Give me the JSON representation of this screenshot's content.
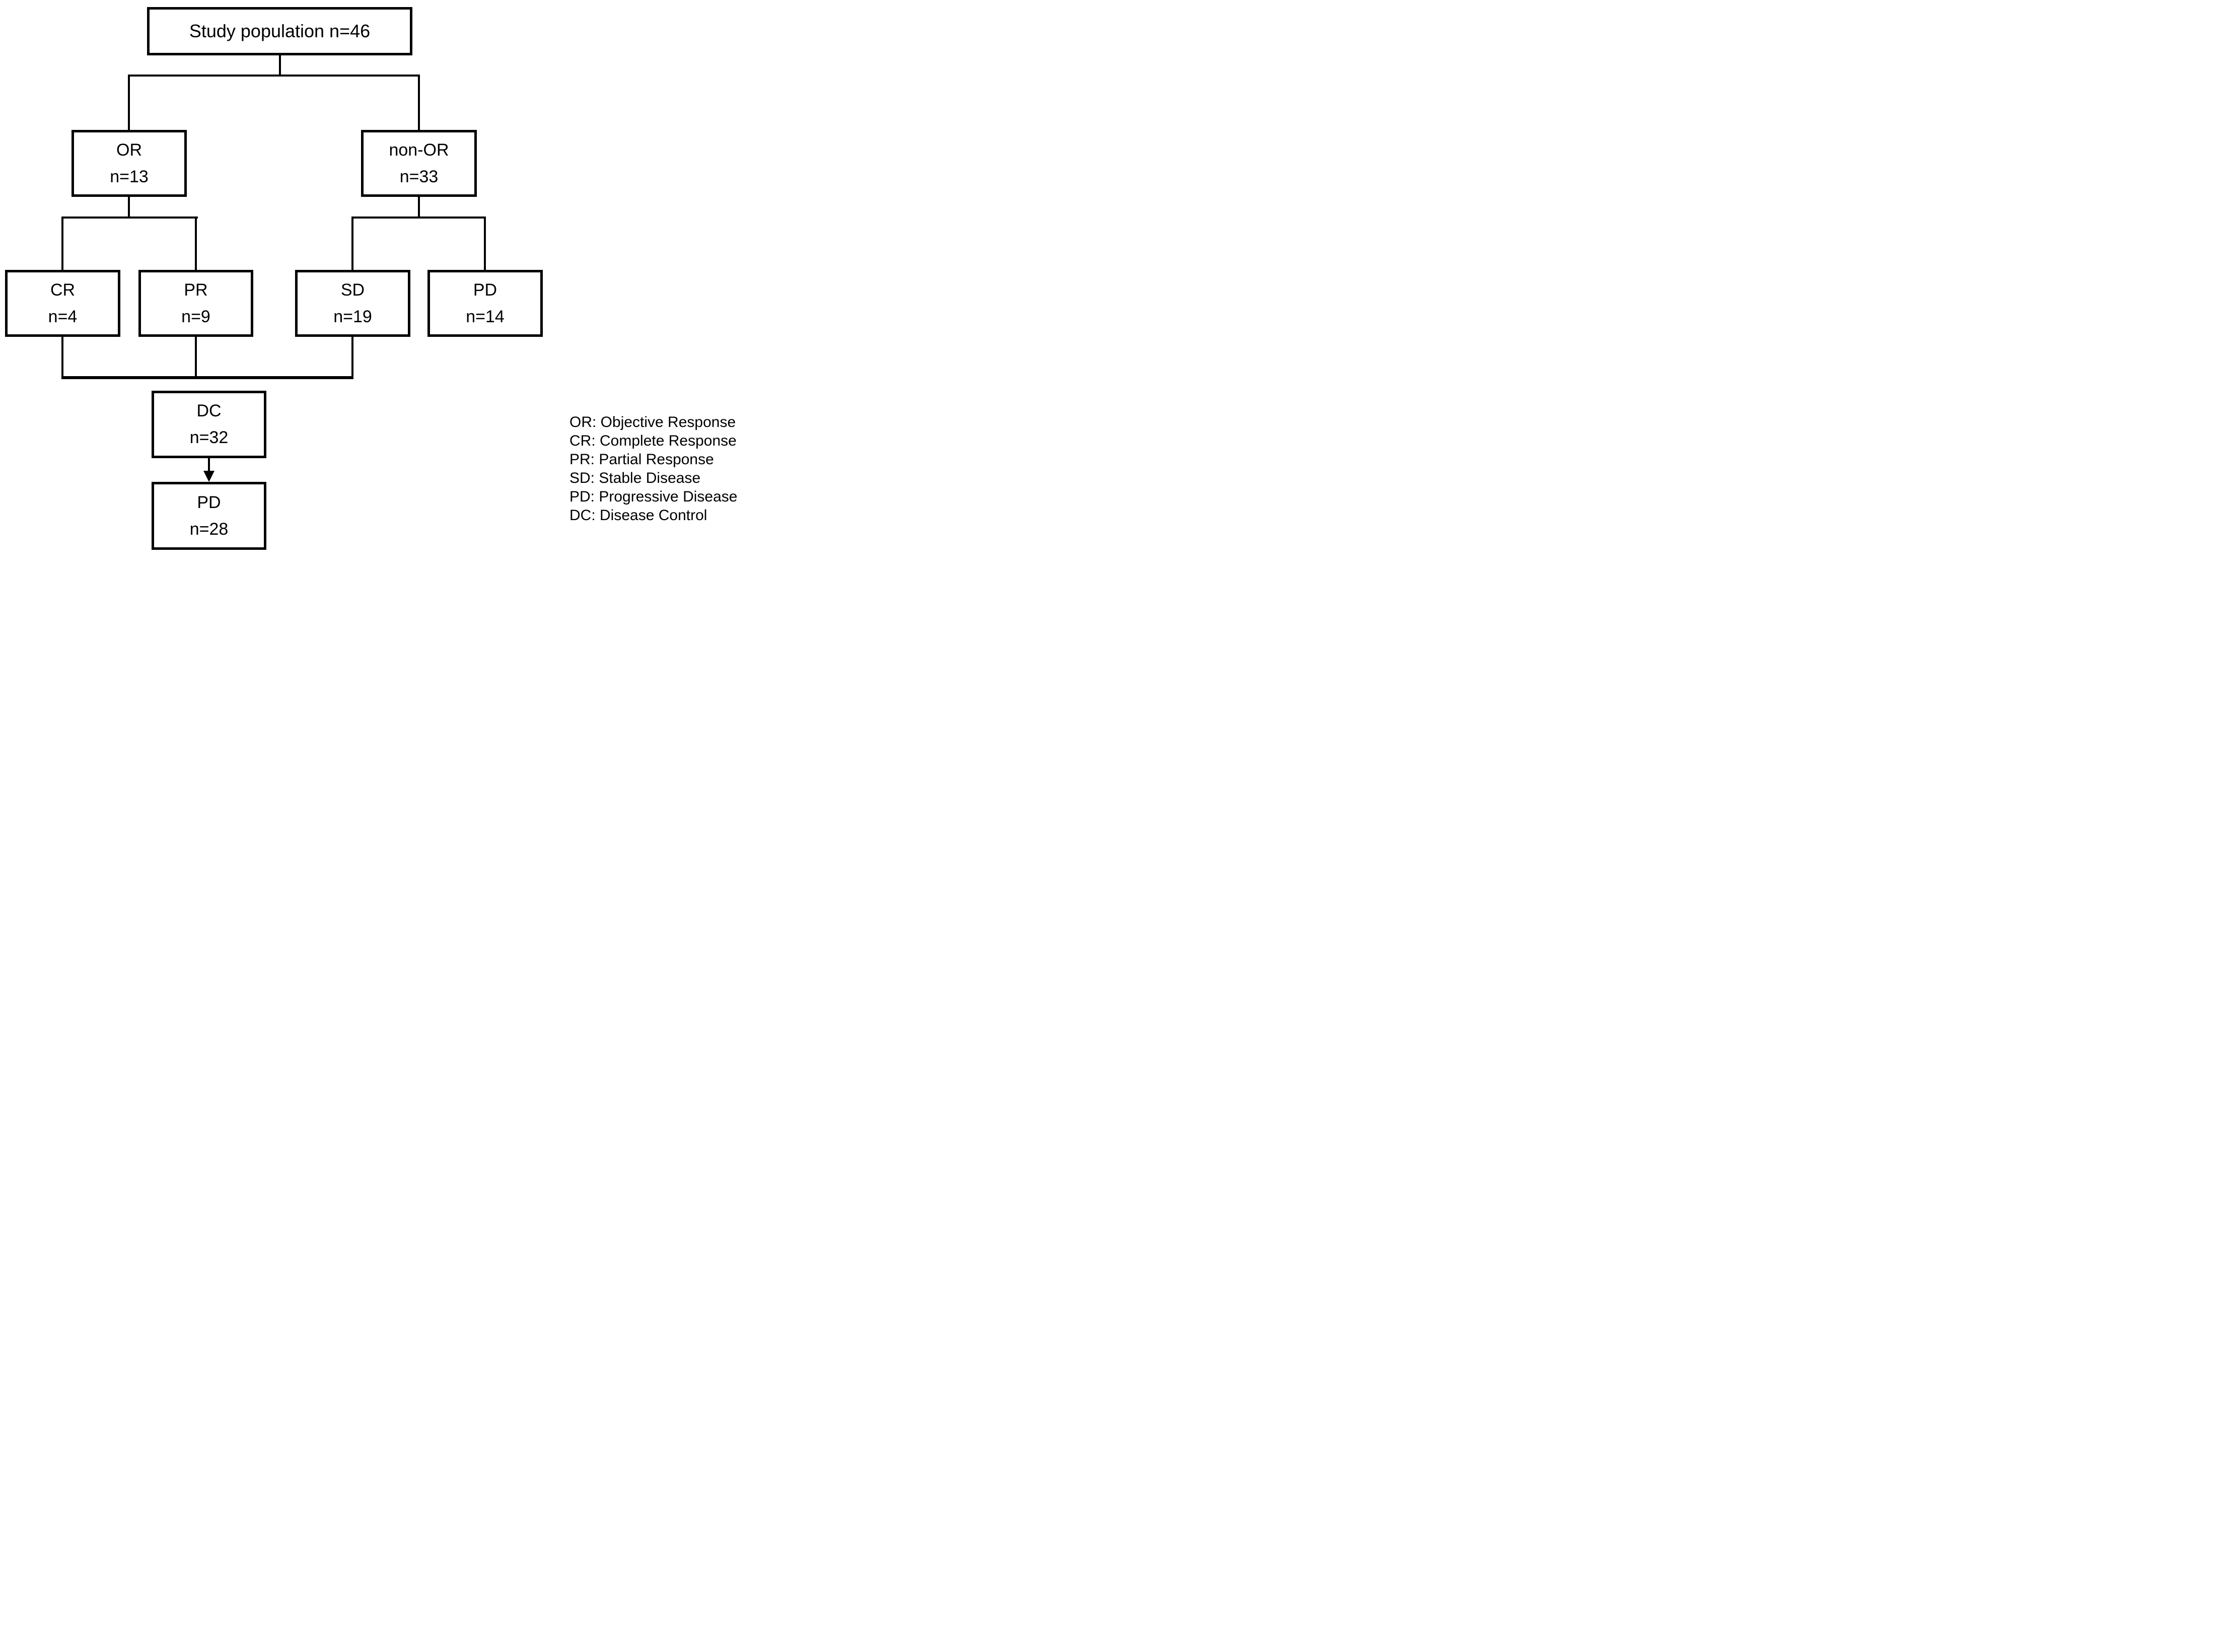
{
  "figure": {
    "background": "#ffffff",
    "line_color": "#000000",
    "text_color": "#000000"
  },
  "nodes": {
    "study": {
      "label": "Study population n=46"
    },
    "or": {
      "label": "OR",
      "count": "n=13"
    },
    "non_or": {
      "label": "non-OR",
      "count": "n=33"
    },
    "cr": {
      "label": "CR",
      "count": "n=4"
    },
    "pr": {
      "label": "PR",
      "count": "n=9"
    },
    "sd": {
      "label": "SD",
      "count": "n=19"
    },
    "pd": {
      "label": "PD",
      "count": "n=14"
    },
    "dc": {
      "label": "DC",
      "count": "n=32"
    },
    "pd_final": {
      "label": "PD",
      "count": "n=28"
    }
  },
  "edges": [
    {
      "from": "study",
      "to": "or"
    },
    {
      "from": "study",
      "to": "non_or"
    },
    {
      "from": "or",
      "to": "cr"
    },
    {
      "from": "or",
      "to": "pr"
    },
    {
      "from": "non_or",
      "to": "sd"
    },
    {
      "from": "non_or",
      "to": "pd"
    },
    {
      "from": "cr",
      "to": "dc"
    },
    {
      "from": "pr",
      "to": "dc"
    },
    {
      "from": "sd",
      "to": "dc"
    },
    {
      "from": "dc",
      "to": "pd_final",
      "style": "arrow"
    }
  ],
  "legend": {
    "items": [
      "OR: Objective Response",
      "CR: Complete Response",
      "PR: Partial Response",
      "SD: Stable Disease",
      "PD: Progressive Disease",
      "DC: Disease Control"
    ]
  }
}
